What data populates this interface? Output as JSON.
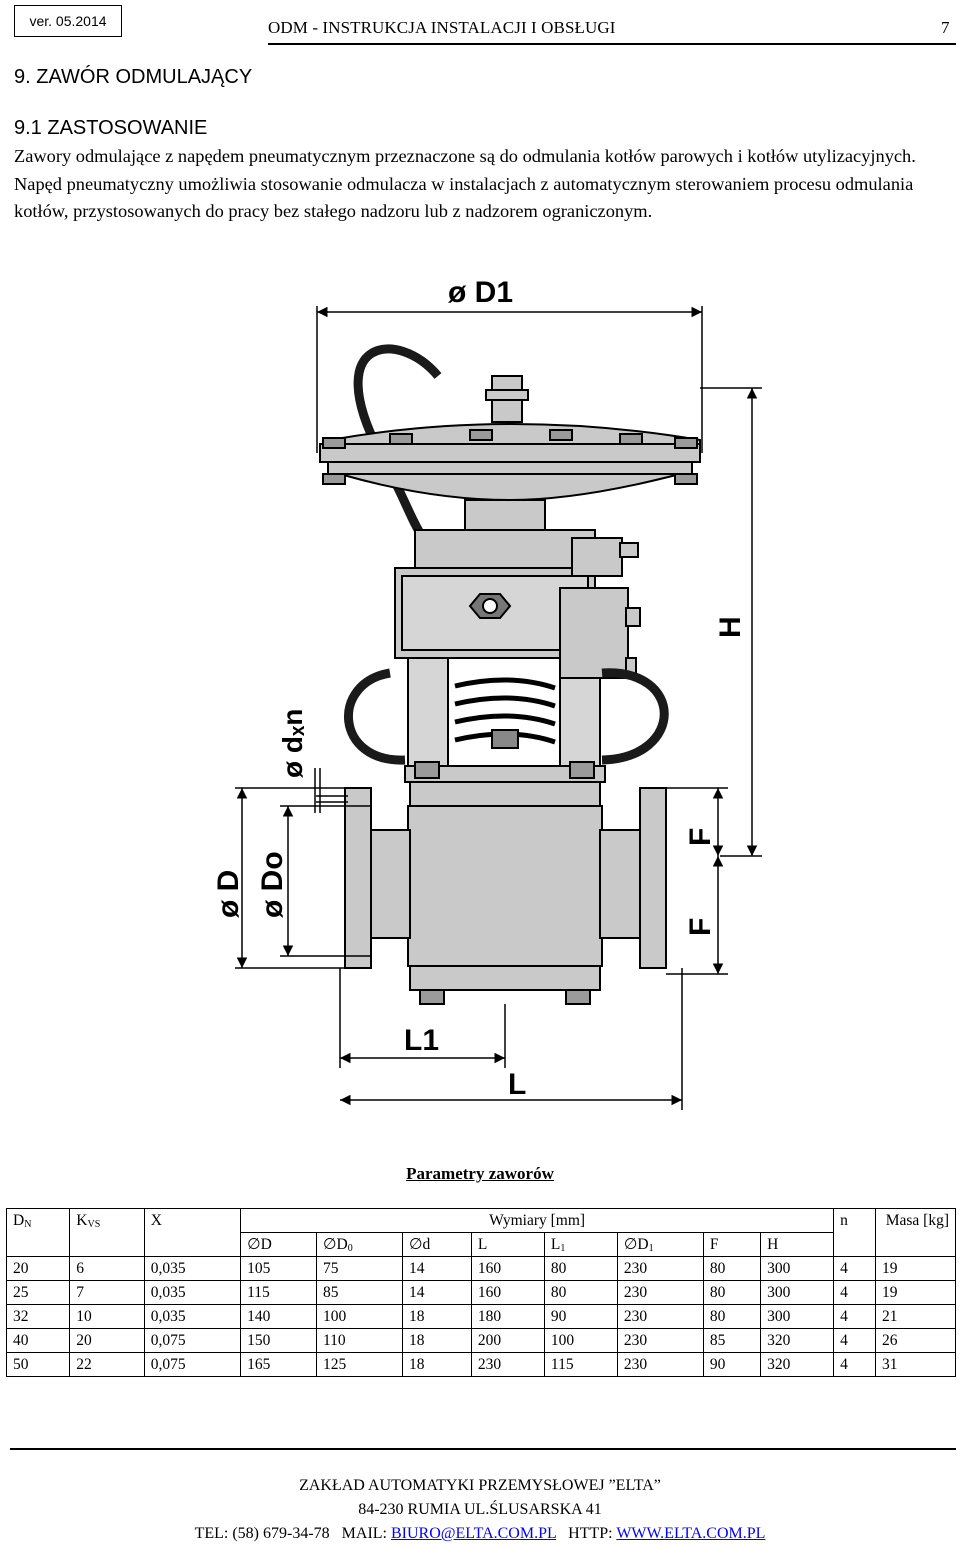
{
  "header": {
    "version": "ver. 05.2014",
    "title": "ODM - INSTRUKCJA INSTALACJI I OBSŁUGI",
    "page_number": "7"
  },
  "section": {
    "title": "9.  ZAWÓR ODMULAJĄCY",
    "subtitle": "9.1 ZASTOSOWANIE",
    "body": "Zawory odmulające z napędem pneumatycznym przeznaczone są do odmulania kotłów parowych i kotłów utylizacyjnych. Napęd pneumatyczny umożliwia stosowanie odmulacza w instalacjach z automatycznym sterowaniem procesu odmulania kotłów, przystosowanych do pracy bez stałego nadzoru lub z nadzorem ograniczonym."
  },
  "drawing": {
    "labels": {
      "d1": "ø D1",
      "h": "H",
      "dxn": "ø dₓn",
      "d": "ø D",
      "do": "ø Do",
      "f_top": "F",
      "f_bottom": "F",
      "l1": "L1",
      "l": "L"
    }
  },
  "table": {
    "title": "Parametry zaworów",
    "headers": {
      "dn": "D",
      "dn_sub": "N",
      "kvs": "K",
      "kvs_sub": "VS",
      "x": "X",
      "dimensions": "Wymiary [mm]",
      "n": "n",
      "mass": "Masa [kg]"
    },
    "subheaders": {
      "d": "∅D",
      "d0": "∅D",
      "d0_sub": "0",
      "dd": "∅d",
      "l": "L",
      "l1": "L",
      "l1_sub": "1",
      "d1": "∅D",
      "d1_sub": "1",
      "f": "F",
      "h": "H"
    },
    "rows": [
      [
        "20",
        "6",
        "0,035",
        "105",
        "75",
        "14",
        "160",
        "80",
        "230",
        "80",
        "300",
        "4",
        "19"
      ],
      [
        "25",
        "7",
        "0,035",
        "115",
        "85",
        "14",
        "160",
        "80",
        "230",
        "80",
        "300",
        "4",
        "19"
      ],
      [
        "32",
        "10",
        "0,035",
        "140",
        "100",
        "18",
        "180",
        "90",
        "230",
        "80",
        "300",
        "4",
        "21"
      ],
      [
        "40",
        "20",
        "0,075",
        "150",
        "110",
        "18",
        "200",
        "100",
        "230",
        "85",
        "320",
        "4",
        "26"
      ],
      [
        "50",
        "22",
        "0,075",
        "165",
        "125",
        "18",
        "230",
        "115",
        "230",
        "90",
        "320",
        "4",
        "31"
      ]
    ]
  },
  "footer": {
    "company": "ZAKŁAD AUTOMATYKI PRZEMYSŁOWEJ ”ELTA”",
    "address": "84-230 RUMIA UL.ŚLUSARSKA 41",
    "tel": "TEL: (58) 679-34-78",
    "mail_label": "MAIL:",
    "mail": "BIURO@ELTA.COM.PL",
    "http_label": "HTTP:",
    "www": "WWW.ELTA.COM.PL"
  }
}
